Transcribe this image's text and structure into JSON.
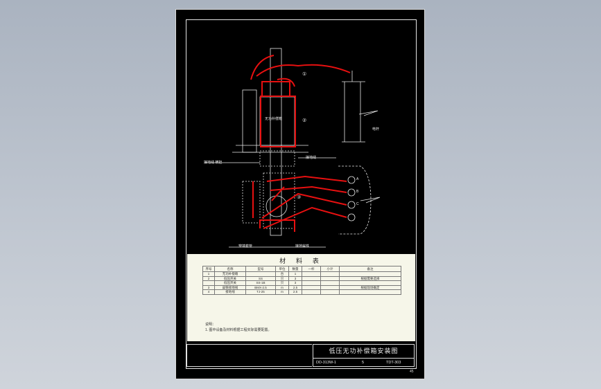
{
  "drawing_labels": {
    "callout_1": "①",
    "callout_2": "②",
    "callout_3": "③",
    "box_label": "无功补偿箱",
    "pole_label": "电杆",
    "ground_label_left": "接地线 横担",
    "ground_label_right": "接地线",
    "bottom_label_left": "穿墙套管",
    "bottom_label_right": "接地扁铁",
    "mark_a": "A",
    "mark_b": "B",
    "mark_c": "C"
  },
  "materials": {
    "title": "材 料 表",
    "headers": [
      "序号",
      "名称",
      "型号",
      "单位",
      "数量",
      "一杆",
      "小计",
      "备注"
    ],
    "rows": [
      [
        "1",
        "无功补偿箱",
        "",
        "台",
        "1",
        "",
        "",
        ""
      ],
      [
        "2",
        "低压开关",
        "SS",
        "只",
        "3",
        "",
        "",
        "根据需要选择"
      ],
      [
        "",
        "低压开关",
        "SS-1B",
        "只",
        "3",
        "",
        "",
        ""
      ],
      [
        "3",
        "扁铁接地线",
        "BMX-2.5",
        "m",
        "2.5",
        "",
        "",
        "根据现场确定"
      ],
      [
        "4",
        "接地线",
        "TJ-25",
        "m",
        "2.5",
        "",
        "",
        ""
      ]
    ],
    "notes_title": "说明：",
    "notes_line": "1.  图中设备及材料根据工程实际需要配置。"
  },
  "title_block": {
    "title": "低压无功补偿箱安装图",
    "left_code": "DD-313W-1",
    "page": "5",
    "sheet_code": "TDT-303"
  },
  "page_number": "45"
}
